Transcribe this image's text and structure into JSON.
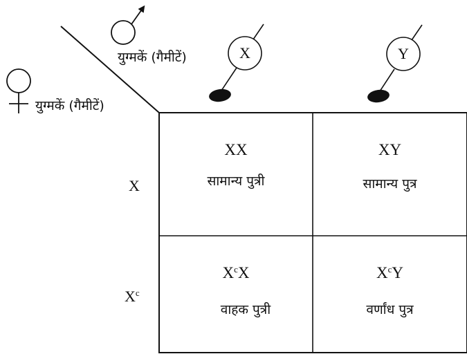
{
  "male_gamete_heading": "युग्मकें (गैमीटें)",
  "female_gamete_heading": "युग्मकें (गैमीटें)",
  "male_gametes": [
    "X",
    "Y"
  ],
  "female_gametes": [
    {
      "base": "X",
      "sup": ""
    },
    {
      "base": "X",
      "sup": "c"
    }
  ],
  "cells": [
    [
      {
        "geno_base1": "XX",
        "geno_sup": "",
        "geno_base2": "",
        "phenotype": "सामान्य पुत्री"
      },
      {
        "geno_base1": "XY",
        "geno_sup": "",
        "geno_base2": "",
        "phenotype": "सामान्य पुत्र"
      }
    ],
    [
      {
        "geno_base1": "X",
        "geno_sup": "c",
        "geno_base2": "X",
        "phenotype": "वाहक पुत्री"
      },
      {
        "geno_base1": "X",
        "geno_sup": "c",
        "geno_base2": "Y",
        "phenotype": "वर्णांध पुत्र"
      }
    ]
  ],
  "icons": [
    "male-symbol-icon",
    "female-symbol-icon",
    "sperm-x-icon",
    "sperm-y-icon"
  ],
  "colors": {
    "ink": "#111111",
    "background": "#ffffff"
  }
}
